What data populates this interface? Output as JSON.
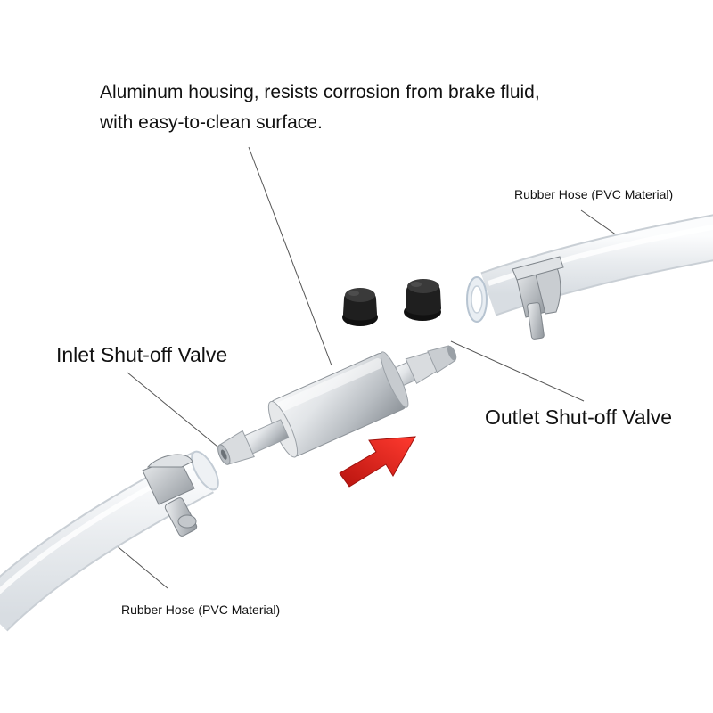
{
  "labels": {
    "housing_line1": "Aluminum housing, resists corrosion from brake fluid,",
    "housing_line2": "with easy-to-clean surface.",
    "inlet_valve": "Inlet Shut-off Valve",
    "outlet_valve": "Outlet Shut-off Valve",
    "hose_right": "Rubber Hose (PVC Material)",
    "hose_left": "Rubber Hose (PVC Material)"
  },
  "colors": {
    "flow_arrow": "#e0211b",
    "aluminum": "#d7dadd",
    "rubber_cap": "#1c1c1c",
    "clamp_metal": "#b9bdc2",
    "hose": "#eef0f2"
  },
  "icons": {
    "flow": "red-flow-arrow",
    "caps": "rubber-caps"
  }
}
